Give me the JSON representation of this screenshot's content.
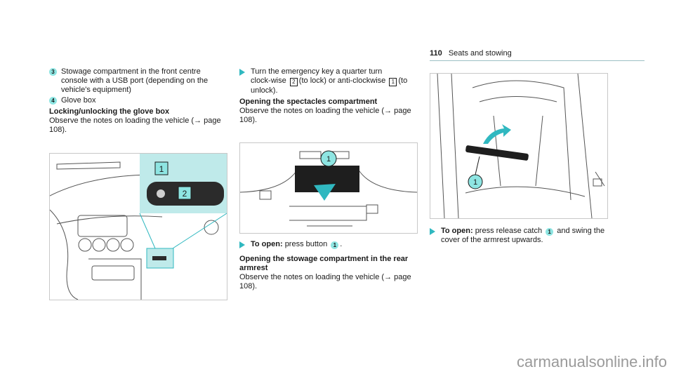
{
  "header": {
    "page_number": "110",
    "section": "Seats and stowing"
  },
  "col1": {
    "item3": {
      "badge": "3",
      "text": "Stowage compartment in the front centre console with a USB port (depending on the vehicle's equipment)"
    },
    "item4": {
      "badge": "4",
      "text": "Glove box"
    },
    "heading": "Locking/unlocking the glove box",
    "note": "Observe the notes on loading the vehicle (→ page 108).",
    "fig_labels": {
      "callout1": "1",
      "callout2": "2"
    }
  },
  "col2": {
    "step_a": {
      "before": "Turn the emergency key a quarter turn clock‑wise",
      "key2": "2",
      "mid": "(to lock) or anti‑clockwise",
      "key1": "1",
      "after": "(to unlock)."
    },
    "heading1": "Opening the spectacles compartment",
    "note1": "Observe the notes on loading the vehicle (→ page 108).",
    "fig_callout": "1",
    "step_b": {
      "label": "To open:",
      "text": "press button",
      "badge": "1",
      "after": "."
    },
    "heading2": "Opening the stowage compartment in the rear armrest",
    "note2": "Observe the notes on loading the vehicle (→ page 108)."
  },
  "col3": {
    "fig_callout": "1",
    "step": {
      "label": "To open:",
      "text": "press release catch",
      "badge": "1",
      "after": "and swing the cover of the armrest upwards."
    }
  },
  "watermark": "carmanualsonline.info",
  "colors": {
    "accent_teal": "#30b8c0",
    "badge_fill": "#8ee5e2",
    "panel_fill": "#bfeaea"
  }
}
